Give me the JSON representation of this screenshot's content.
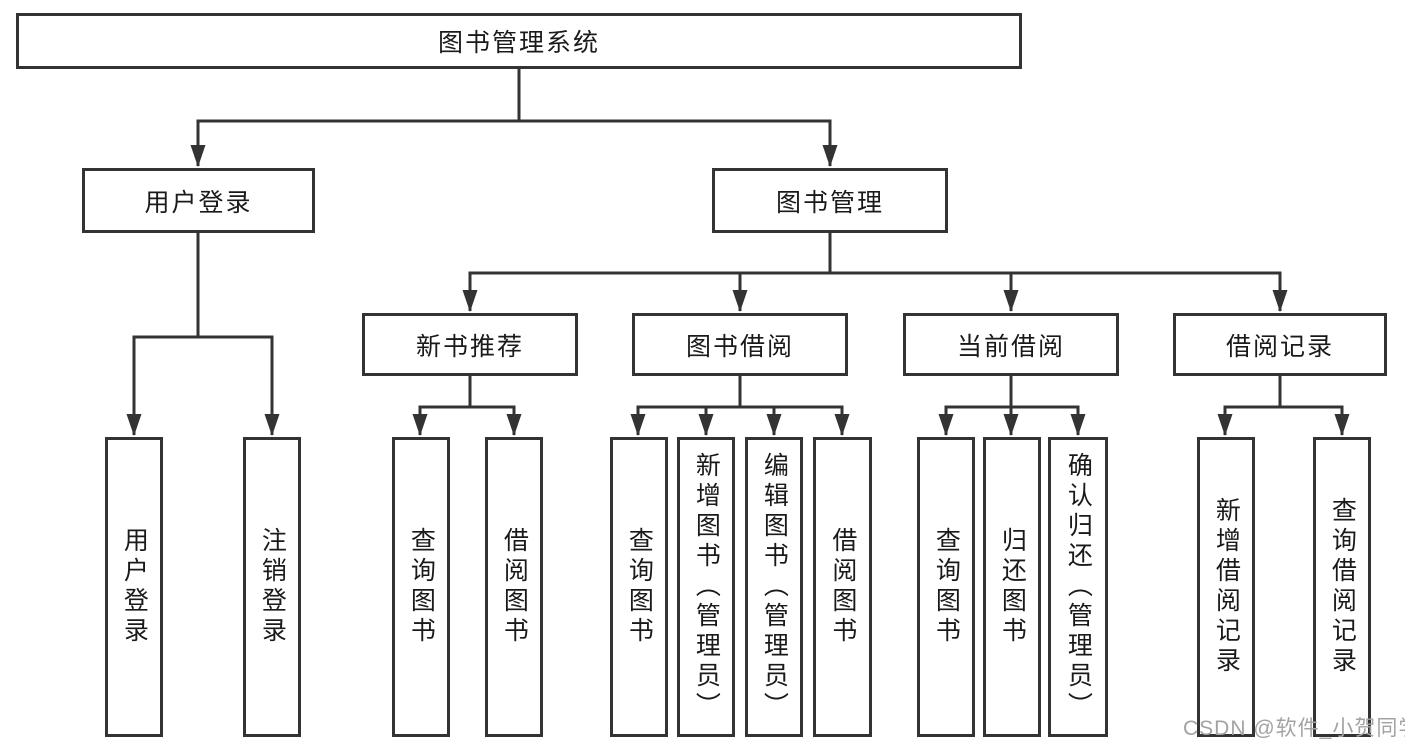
{
  "diagram": {
    "root": {
      "label": "图书管理系统"
    },
    "branches": {
      "userLogin": {
        "label": "用户登录",
        "children": {
          "login": {
            "label": "用户登录"
          },
          "logout": {
            "label": "注销登录"
          }
        }
      },
      "bookMgmt": {
        "label": "图书管理",
        "children": {
          "newRec": {
            "label": "新书推荐",
            "children": {
              "query": {
                "label": "查询图书"
              },
              "borrow": {
                "label": "借阅图书"
              }
            }
          },
          "bookBorrow": {
            "label": "图书借阅",
            "children": {
              "query": {
                "label": "查询图书"
              },
              "add": {
                "label": "新增图书（管理员）"
              },
              "edit": {
                "label": "编辑图书（管理员）"
              },
              "borrow": {
                "label": "借阅图书"
              }
            }
          },
          "currentBorrow": {
            "label": "当前借阅",
            "children": {
              "query": {
                "label": "查询图书"
              },
              "return": {
                "label": "归还图书"
              },
              "confirm": {
                "label": "确认归还（管理员）"
              }
            }
          },
          "borrowRecords": {
            "label": "借阅记录",
            "children": {
              "add": {
                "label": "新增借阅记录"
              },
              "query": {
                "label": "查询借阅记录"
              }
            }
          }
        }
      }
    }
  },
  "watermark": {
    "text": "CSDN @软件_小贺同学"
  },
  "colors": {
    "line": "#333333",
    "box_border": "#333333",
    "text": "#1a1a1a",
    "background": "#ffffff",
    "watermark": "#a3a3a3"
  }
}
